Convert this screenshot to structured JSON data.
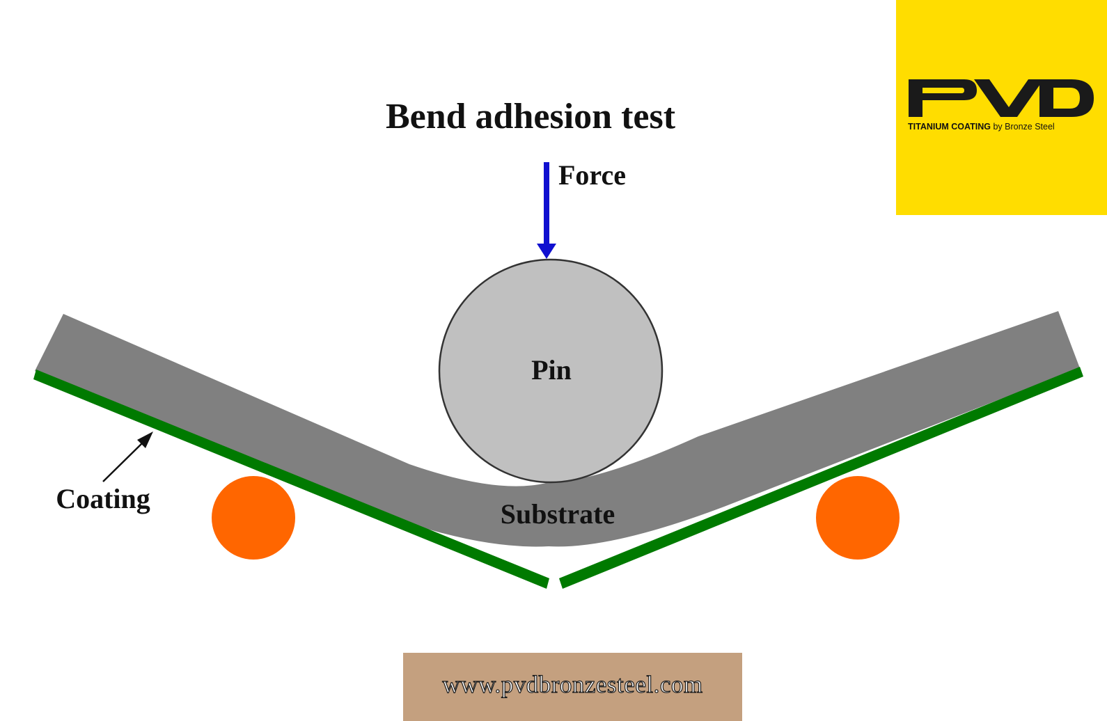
{
  "title": "Bend adhesion test",
  "labels": {
    "force": "Force",
    "pin": "Pin",
    "substrate": "Substrate",
    "coating": "Coating"
  },
  "logo": {
    "mark": "PVD",
    "sub_strong": "TITANIUM COATING",
    "sub_rest": " by Bronze Steel"
  },
  "website": "www.pvdbronzesteel.com",
  "colors": {
    "force_arrow": "#1010d0",
    "pin": "#c0c0c0",
    "substrate": "#808080",
    "coating": "#007a00",
    "supports": "#ff6600",
    "logo_background": "#ffdd00",
    "website_banner": "#c4a07f"
  }
}
